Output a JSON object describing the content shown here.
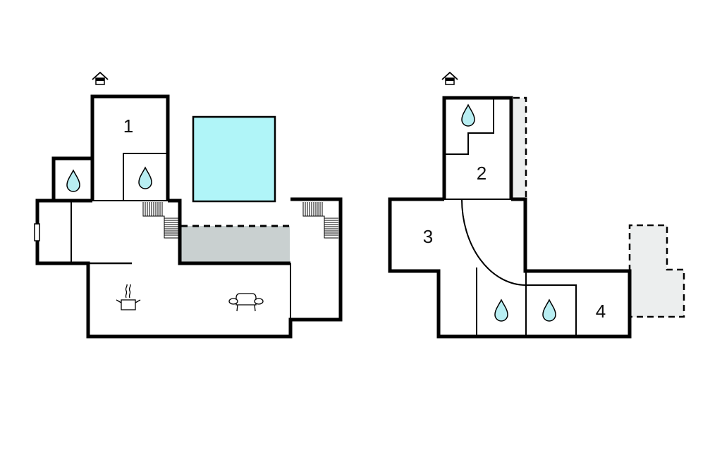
{
  "floors": [
    {
      "name": "ground-floor",
      "rooms": [
        {
          "label": "1"
        }
      ],
      "icons": [
        "home-entrance-icon",
        "water-drop-icon",
        "water-drop-icon",
        "cooking-pot-icon",
        "sofa-icon",
        "stairs-icon",
        "stairs-icon"
      ]
    },
    {
      "name": "upper-floor",
      "rooms": [
        {
          "label": "2"
        },
        {
          "label": "3"
        },
        {
          "label": "4"
        }
      ],
      "icons": [
        "home-entrance-icon",
        "water-drop-icon",
        "water-drop-icon",
        "water-drop-icon"
      ]
    }
  ],
  "colors": {
    "wall": "#000000",
    "pool": "#b0f5f8",
    "terrace": "#c9d0d0",
    "balcony": "#eceeee",
    "drop": "#b8eef2"
  }
}
